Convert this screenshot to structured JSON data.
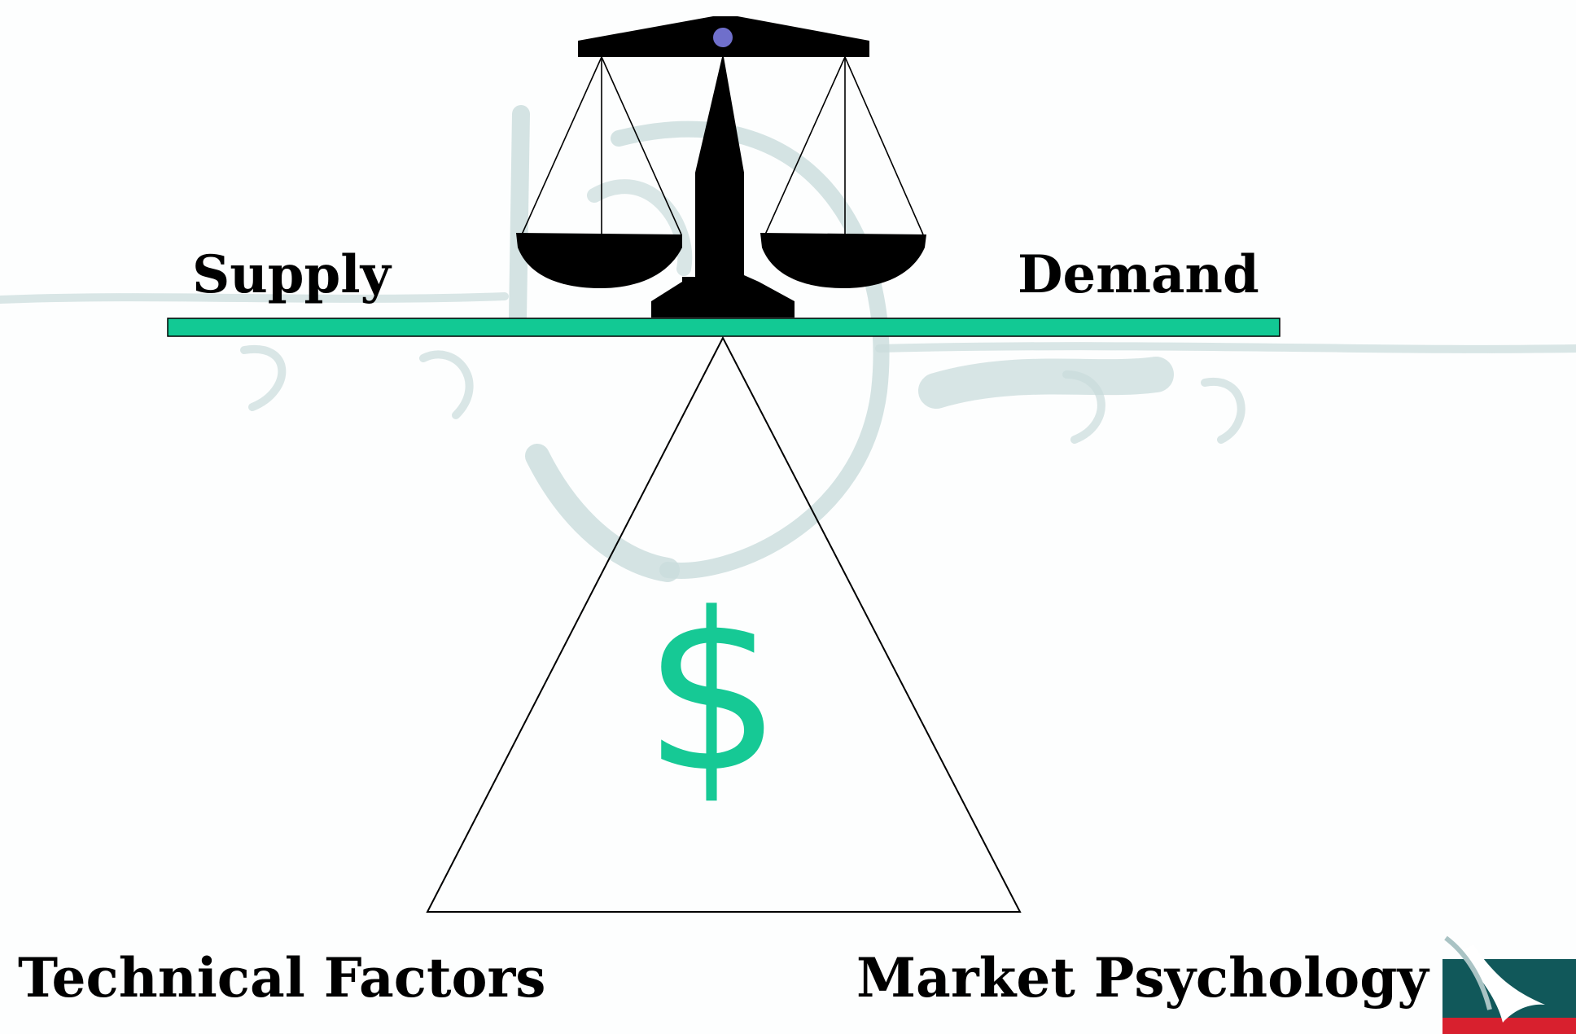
{
  "labels": {
    "supply": "Supply",
    "demand": "Demand",
    "technical_factors": "Technical Factors",
    "market_psychology": "Market Psychology",
    "currency_symbol": "$"
  },
  "icons": {
    "balance_scale": "balance-scale-icon",
    "fulcrum": "triangle-fulcrum",
    "watermark": "watermark-seal",
    "corner_logo": "logo-icon"
  },
  "colors": {
    "beam": "#12c994",
    "dollar": "#16c995",
    "scale": "#000000",
    "pivot": "#6f6fcb",
    "watermark": "#c9dcdc",
    "logo_green": "#11585a",
    "logo_red": "#d8202e"
  }
}
